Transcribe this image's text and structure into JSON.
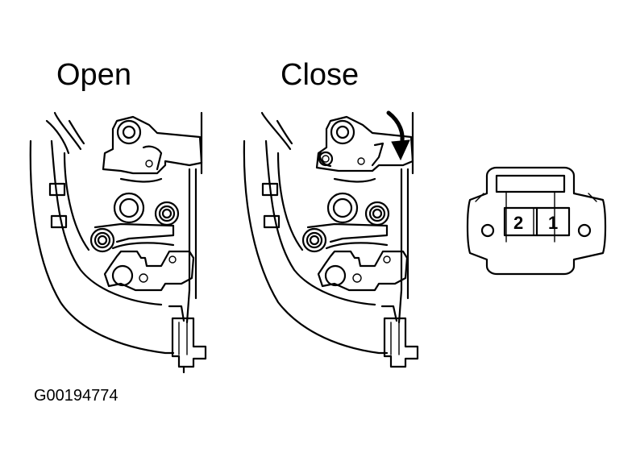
{
  "panels": {
    "open_label": "Open",
    "close_label": "Close"
  },
  "connector": {
    "pins": [
      "2",
      "1"
    ]
  },
  "figure_id": "G00194774"
}
